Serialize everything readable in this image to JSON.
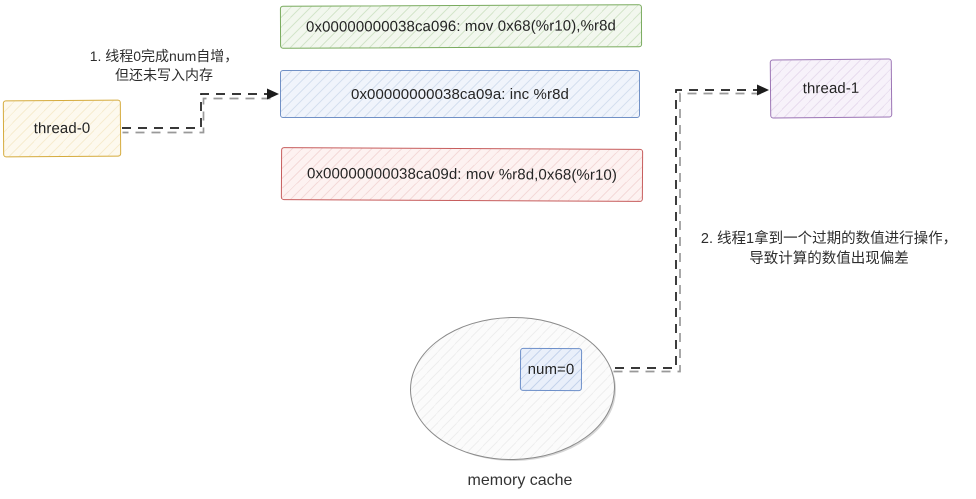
{
  "diagram": {
    "instruction_boxes": [
      {
        "id": "load",
        "text": "0x00000000038ca096: mov 0x68(%r10),%r8d",
        "border_color": "#79ab5e",
        "fill_color": "#f2f7ee"
      },
      {
        "id": "inc",
        "text": "0x00000000038ca09a: inc %r8d",
        "border_color": "#7191c6",
        "fill_color": "#f0f4fb"
      },
      {
        "id": "store",
        "text": "0x00000000038ca09d: mov %r8d,0x68(%r10)",
        "border_color": "#c75d5d",
        "fill_color": "#fdf2f1"
      }
    ],
    "threads": [
      {
        "label": "thread-0",
        "border_color": "#d5ab3d",
        "fill_color": "#fdf9ee"
      },
      {
        "label": "thread-1",
        "border_color": "#9c75b5",
        "fill_color": "#f7f2fa"
      }
    ],
    "annotations": [
      {
        "line1": "1. 线程0完成num自增，",
        "line2": "但还未写入内存"
      },
      {
        "line1": "2. 线程1拿到一个过期的数值进行操作，",
        "line2": "导致计算的数值出现偏差"
      }
    ],
    "memory": {
      "label": "memory cache",
      "value": "num=0",
      "ellipse_border_color": "#8a8a8a",
      "value_border_color": "#6d8fc9",
      "value_fill_color": "#e9effa"
    },
    "connector_color": "#1c1c1c"
  }
}
